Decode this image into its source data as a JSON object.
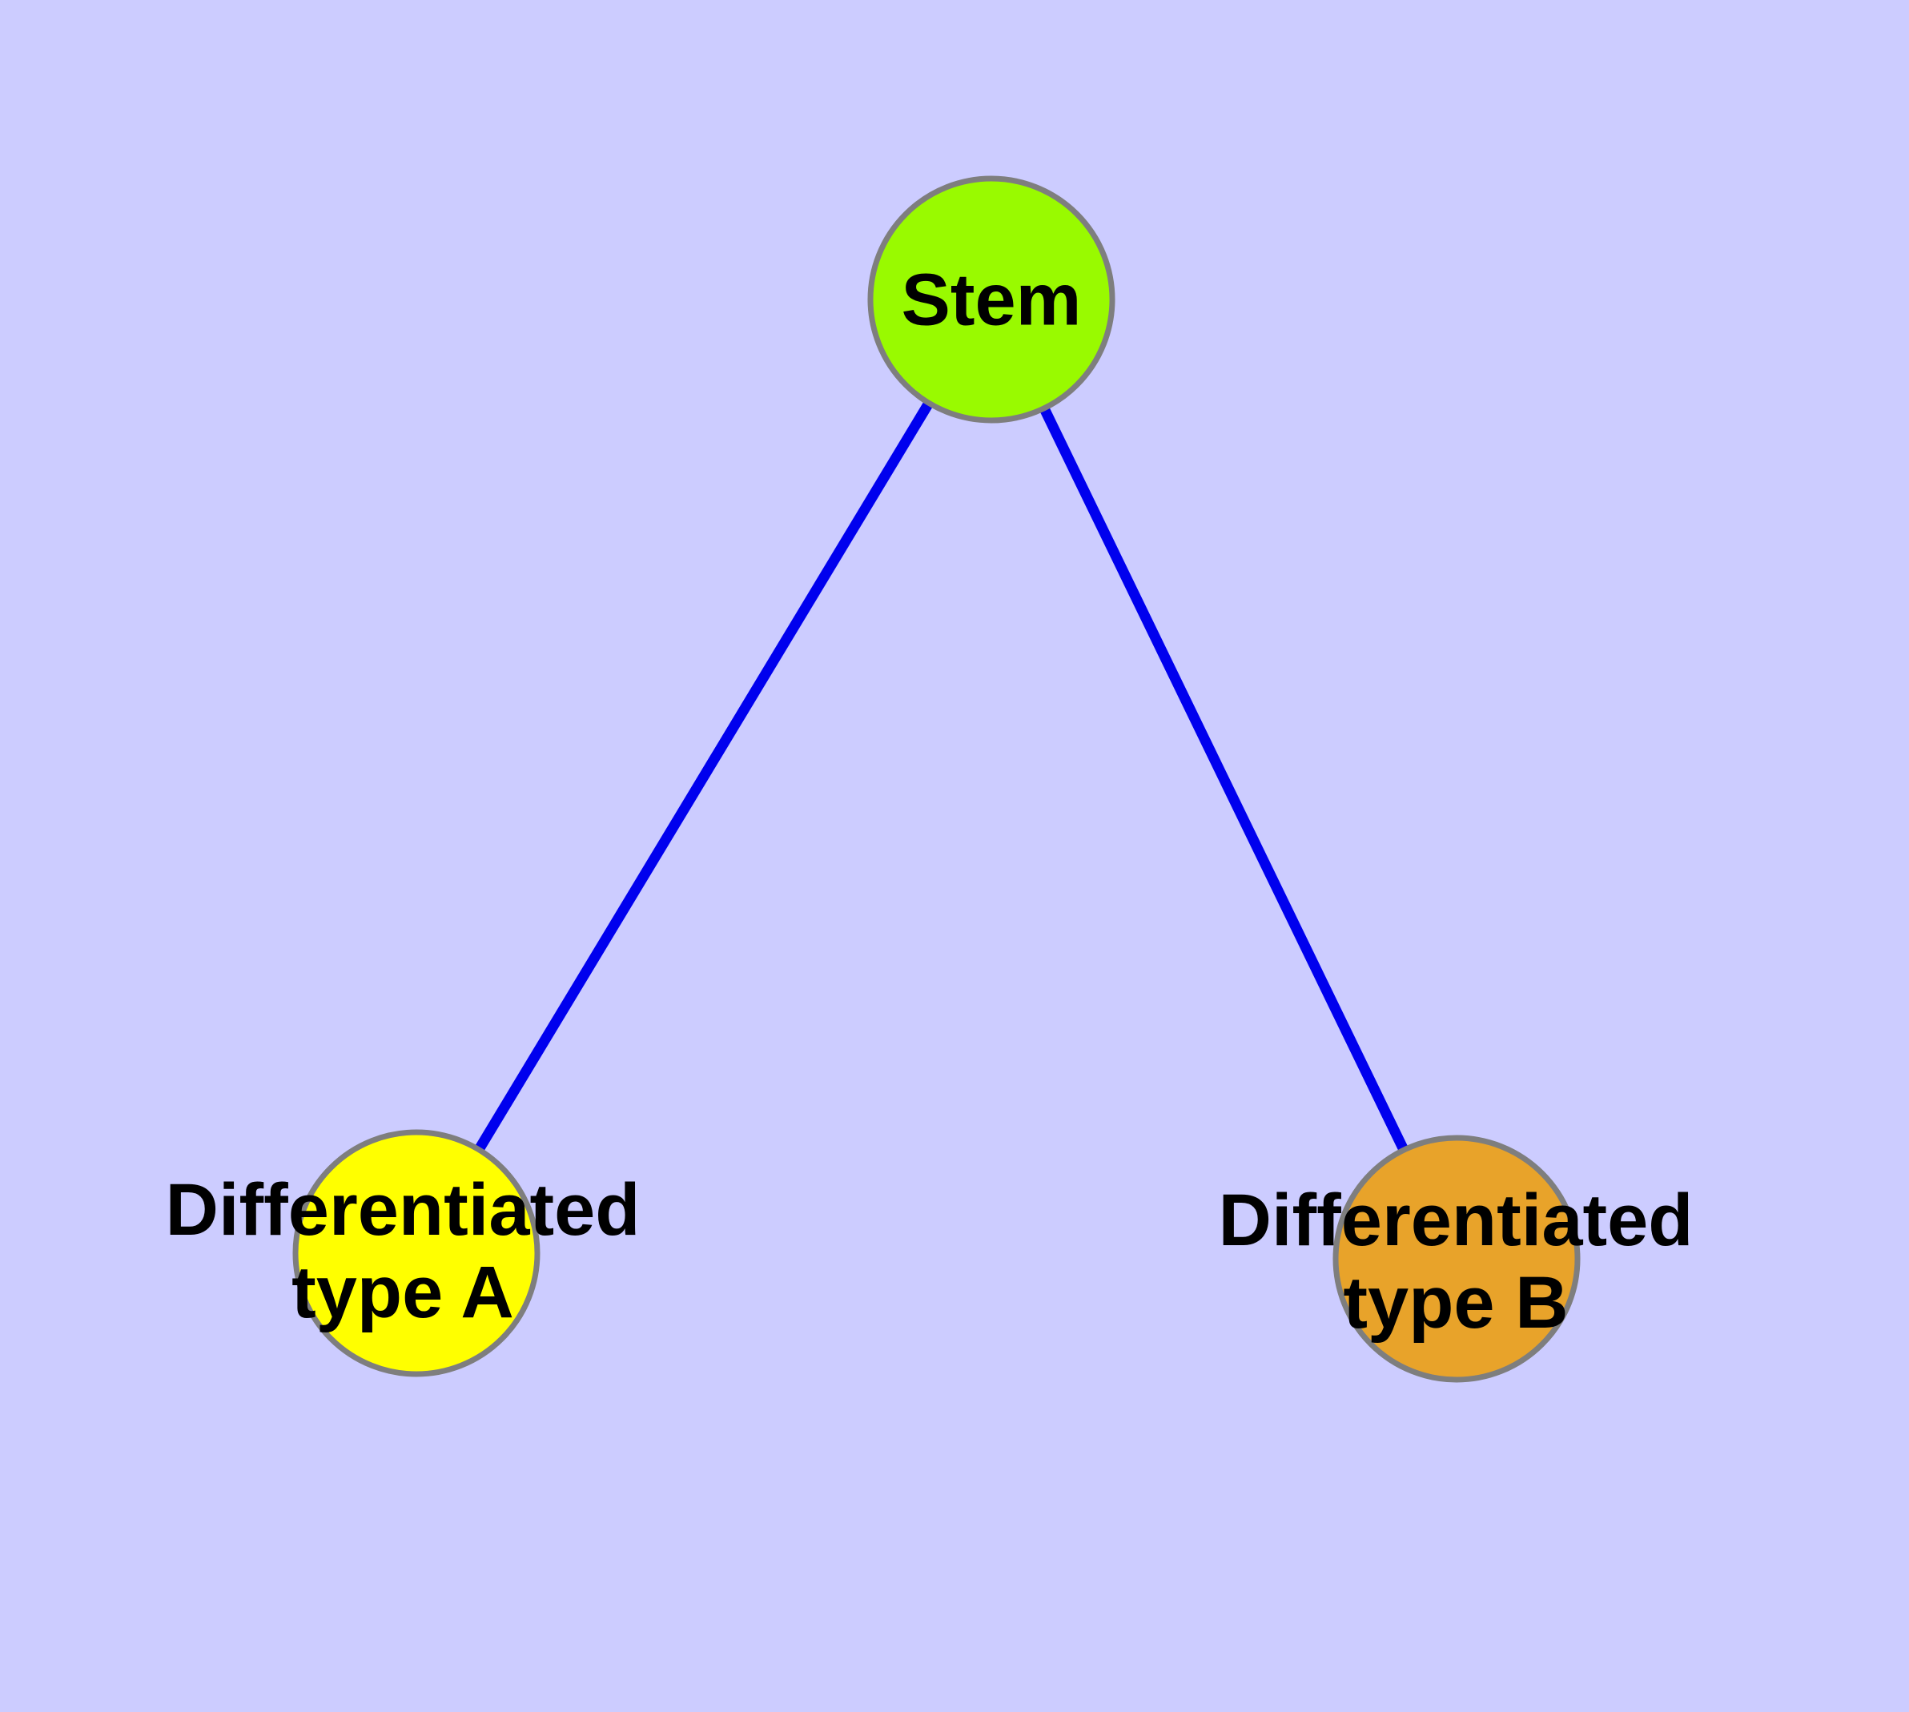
{
  "diagram": {
    "background_color": "#CCCCFF",
    "edge_color": "#0000EE",
    "node_border_color": "#7E7E7E",
    "text_color": "#000000",
    "nodes": [
      {
        "id": "stem",
        "label": "Stem",
        "fill": "#99FA00"
      },
      {
        "id": "differentiated-type-a",
        "label": "Differentiated\ntype A",
        "fill": "#FFFF00"
      },
      {
        "id": "differentiated-type-b",
        "label": "Differentiated\ntype B",
        "fill": "#E8A32A"
      }
    ],
    "edges": [
      {
        "from": "stem",
        "to": "differentiated-type-a"
      },
      {
        "from": "stem",
        "to": "differentiated-type-b"
      }
    ]
  }
}
